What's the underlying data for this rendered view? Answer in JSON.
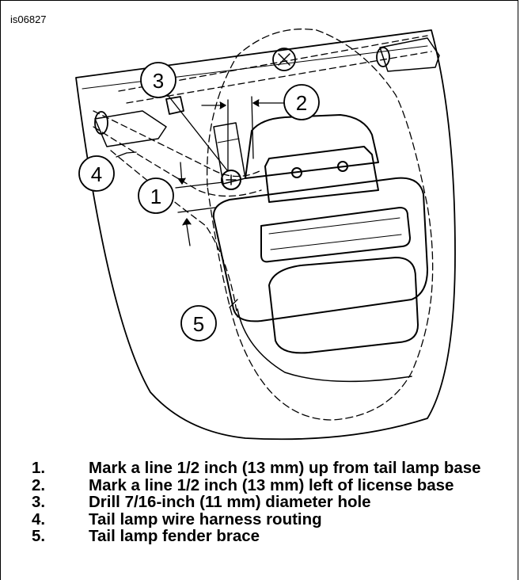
{
  "figure_id": "is06827",
  "callouts": [
    "1",
    "2",
    "3",
    "4",
    "5"
  ],
  "legend": [
    {
      "num": "1.",
      "text": "Mark a line 1/2 inch (13 mm) up from tail lamp base"
    },
    {
      "num": "2.",
      "text": "Mark a line 1/2 inch (13 mm) left of license base"
    },
    {
      "num": "3.",
      "text": "Drill 7/16-inch (11 mm) diameter hole"
    },
    {
      "num": "4.",
      "text": "Tail lamp wire harness routing"
    },
    {
      "num": "5.",
      "text": "Tail lamp fender brace"
    }
  ]
}
